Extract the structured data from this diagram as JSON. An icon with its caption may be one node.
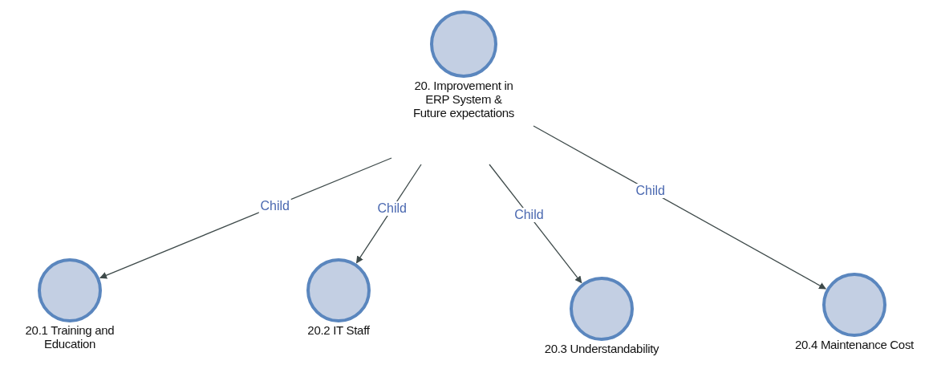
{
  "diagram": {
    "nodes": [
      {
        "text": [
          "20. Improvement in ERP System & Future expectations"
        ]
      },
      {
        "text": [
          "20.1 Training and Education"
        ]
      },
      {
        "text": [
          "20.2 IT Staff"
        ]
      },
      {
        "text": [
          "20.3 Understandability"
        ]
      },
      {
        "text": [
          "20.4 Maintenance Cost"
        ]
      }
    ],
    "edges": [
      {
        "from": 0,
        "to": 1,
        "arrow": "to",
        "label": "Child"
      },
      {
        "from": 0,
        "to": 2,
        "arrow": "to",
        "label": "Child"
      },
      {
        "from": 0,
        "to": 3,
        "arrow": "to",
        "label": "Child"
      },
      {
        "from": 0,
        "to": 4,
        "arrow": "to",
        "label": "Child"
      }
    ]
  }
}
